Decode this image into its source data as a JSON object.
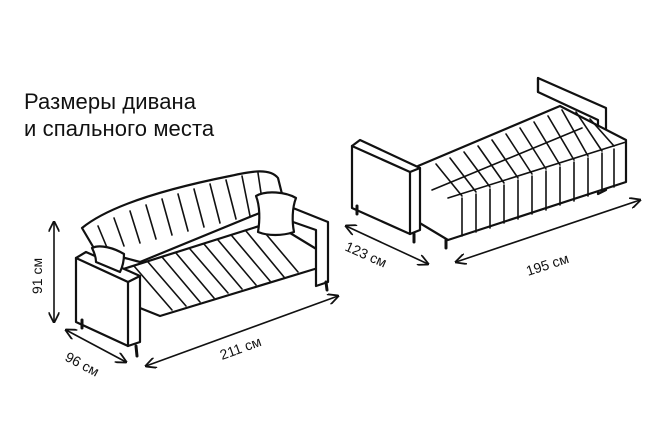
{
  "title": {
    "line1": "Размеры дивана",
    "line2": "и спального места"
  },
  "sofa": {
    "height_label": "91 см",
    "depth_label": "96 см",
    "width_label": "211 см"
  },
  "bed": {
    "depth_label": "123 см",
    "length_label": "195 см"
  },
  "colors": {
    "line": "#111111",
    "background": "#ffffff"
  }
}
